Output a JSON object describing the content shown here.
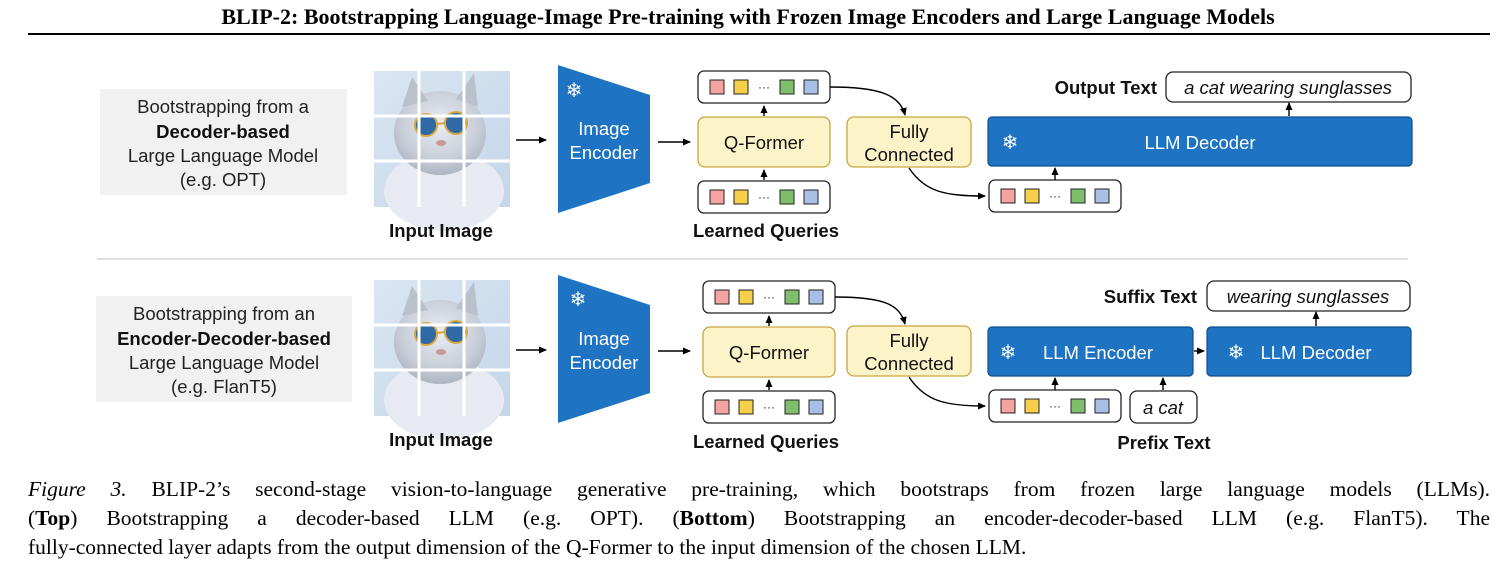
{
  "paper_title": "BLIP-2: Bootstrapping Language-Image Pre-training with Frozen Image Encoders and Large Language Models",
  "figure": {
    "top": {
      "desc_line1": "Bootstrapping from a",
      "desc_line2": "Decoder-based",
      "desc_line3": "Large Language Model",
      "desc_line4": "(e.g. OPT)",
      "input_image_label": "Input Image",
      "image_encoder_line1": "Image",
      "image_encoder_line2": "Encoder",
      "qformer_label": "Q-Former",
      "learned_queries_label": "Learned Queries",
      "fc_line1": "Fully",
      "fc_line2": "Connected",
      "llm_decoder_label": "LLM Decoder",
      "output_text_label": "Output Text",
      "output_text_value": "a cat wearing sunglasses"
    },
    "bottom": {
      "desc_line1": "Bootstrapping from an",
      "desc_line2": "Encoder-Decoder-based",
      "desc_line3": "Large Language Model",
      "desc_line4": "(e.g. FlanT5)",
      "input_image_label": "Input Image",
      "image_encoder_line1": "Image",
      "image_encoder_line2": "Encoder",
      "qformer_label": "Q-Former",
      "learned_queries_label": "Learned Queries",
      "fc_line1": "Fully",
      "fc_line2": "Connected",
      "llm_encoder_label": "LLM Encoder",
      "llm_decoder_label": "LLM Decoder",
      "suffix_text_label": "Suffix Text",
      "suffix_text_value": "wearing sunglasses",
      "prefix_text_value": "a cat",
      "prefix_text_label": "Prefix Text"
    },
    "token_ellipsis": "···",
    "snowflake_glyph": "❄",
    "colors": {
      "encoder_blue": "#1f73c3",
      "qformer_fill": "#fdf3c8",
      "qformer_stroke": "#c9a640",
      "desc_box": "#f1f1f1",
      "token_red": "#f4a3a0",
      "token_yellow": "#f8cf4a",
      "token_green": "#7fbf6b",
      "token_blue": "#a9c0e6"
    }
  },
  "caption": {
    "figure_label": "Figure 3.",
    "line1_rest": " BLIP-2’s second-stage vision-to-language generative pre-training, which bootstraps from frozen large language models (LLMs).",
    "top_open": "(",
    "top_word": "Top",
    "top_rest": ") Bootstrapping a decoder-based LLM (e.g. OPT). (",
    "bottom_word": "Bottom",
    "bottom_rest": ") Bootstrapping an encoder-decoder-based LLM (e.g. FlanT5). The",
    "line3": "fully-connected layer adapts from the output dimension of the Q-Former to the input dimension of the chosen LLM."
  }
}
